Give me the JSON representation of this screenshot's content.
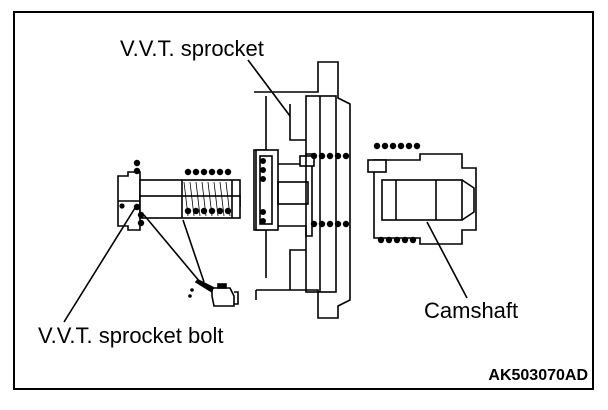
{
  "labels": {
    "sprocket": "V.V.T. sprocket",
    "bolt": "V.V.T. sprocket bolt",
    "camshaft": "Camshaft",
    "code": "AK503070AD"
  },
  "colors": {
    "ink": "#000000",
    "paper": "#ffffff"
  },
  "icons": {
    "oil_can": "oil-can-icon"
  }
}
